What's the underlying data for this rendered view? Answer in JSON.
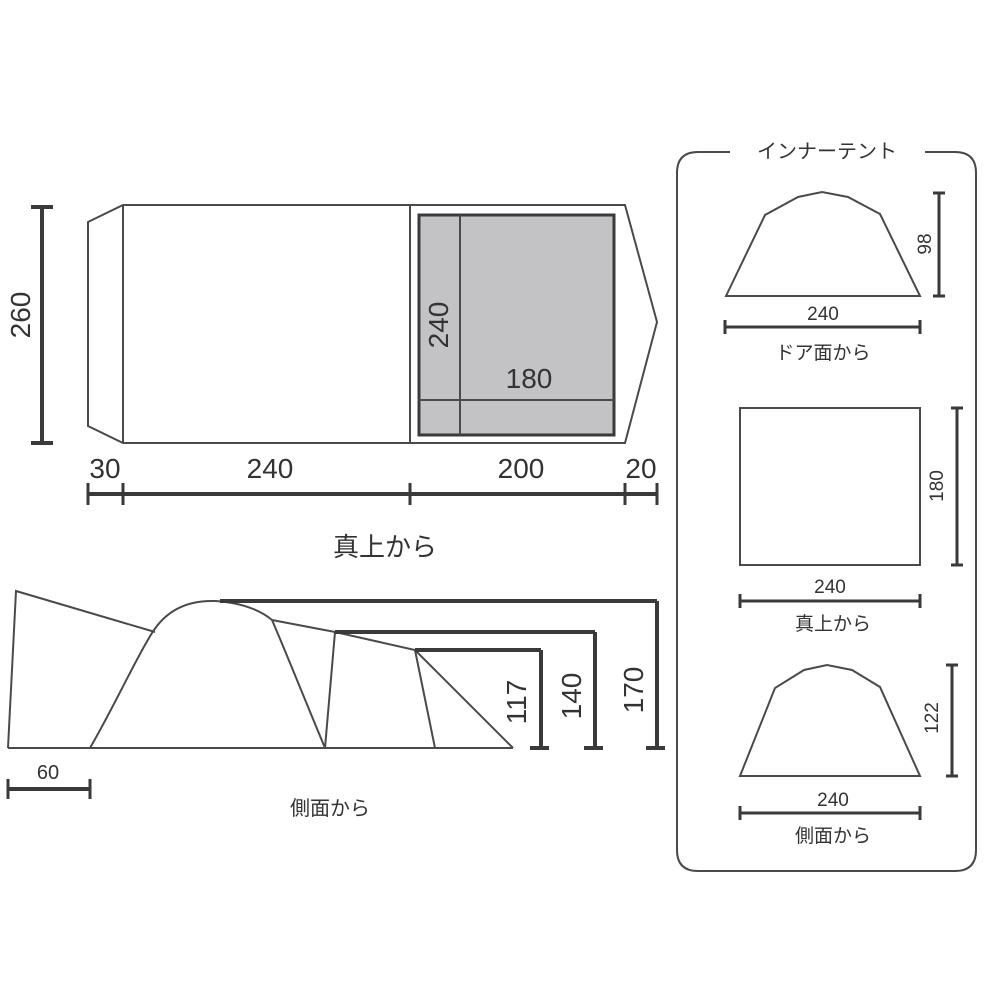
{
  "colors": {
    "outline": "#4a4a4a",
    "dimension_line": "#3a3a3a",
    "inner_fill": "#c3c3c5",
    "text": "#333333",
    "panel_border": "#4a4a4a"
  },
  "top_view": {
    "caption": "真上から",
    "height_label": "260",
    "inner_height_label": "240",
    "inner_width_label": "180",
    "segments": [
      "30",
      "240",
      "200",
      "20"
    ]
  },
  "side_view": {
    "caption": "側面から",
    "heights": [
      "117",
      "140",
      "170"
    ],
    "vestibule_label": "60"
  },
  "inner_tent_panel": {
    "title": "インナーテント",
    "door_view": {
      "width": "240",
      "height": "98",
      "caption": "ドア面から"
    },
    "top_view": {
      "width": "240",
      "height": "180",
      "caption": "真上から"
    },
    "side_view": {
      "width": "240",
      "height": "122",
      "caption": "側面から"
    }
  }
}
